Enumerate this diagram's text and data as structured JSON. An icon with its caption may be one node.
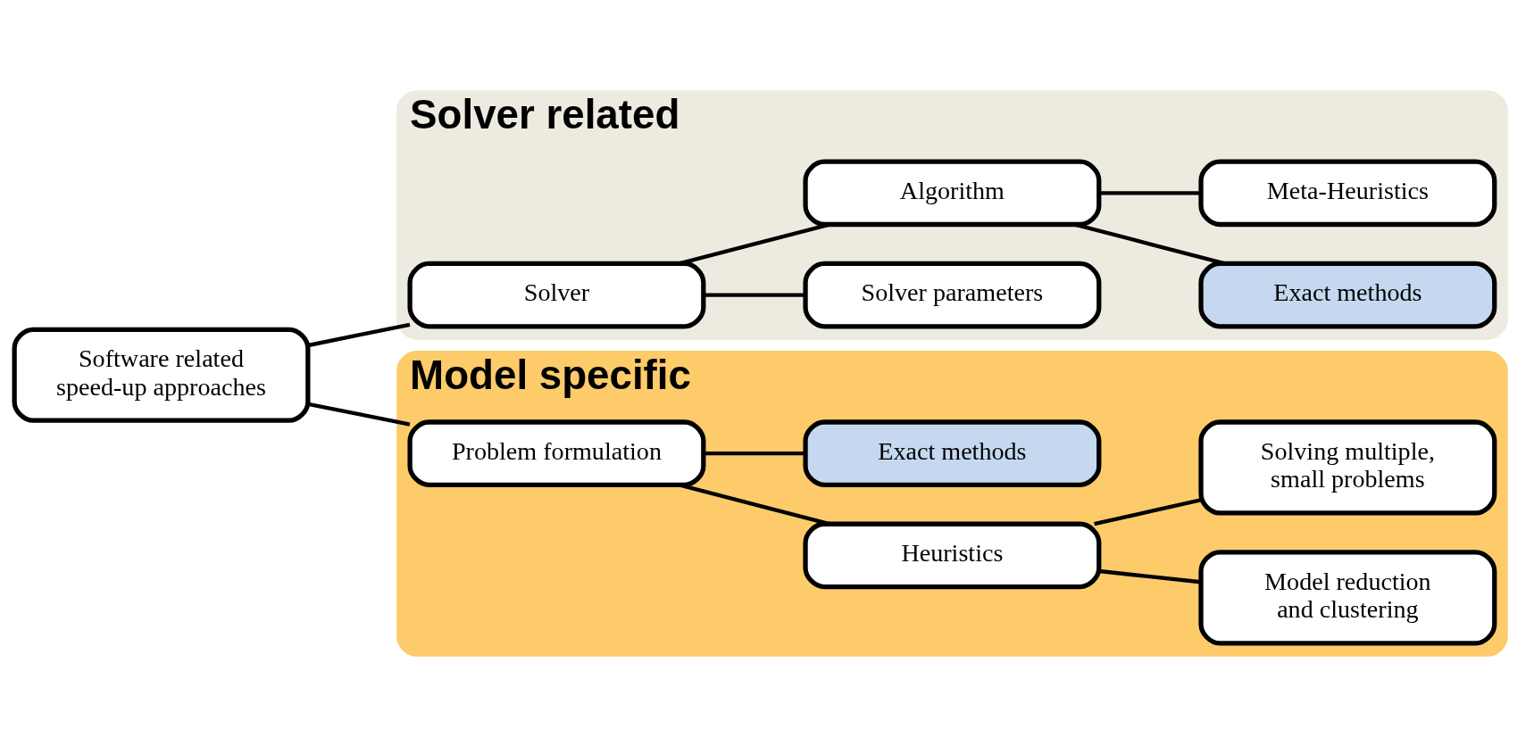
{
  "diagram": {
    "nodes": [
      {
        "text": [
          "Solver related"
        ]
      },
      {
        "text": [
          "Model specific"
        ]
      },
      {
        "text": [
          "Software related speed-up approaches"
        ]
      },
      {
        "text": [
          "Solver"
        ],
        "in": 0
      },
      {
        "text": [
          "Solver parameters"
        ],
        "in": 0
      },
      {
        "text": [
          "Algorithm"
        ],
        "in": 0
      },
      {
        "text": [
          "Exact methods"
        ],
        "in": 0
      },
      {
        "text": [
          "Meta-Heuristics"
        ],
        "in": 0
      },
      {
        "text": [
          "Problem formulation"
        ],
        "in": 1
      },
      {
        "text": [
          "Heuristics"
        ],
        "in": 1
      },
      {
        "text": [
          "Model reduction and clustering"
        ],
        "in": 1
      },
      {
        "text": [
          "Solving multiple, small problems"
        ],
        "in": 1
      },
      {
        "text": [
          "Exact methods"
        ],
        "in": 1
      }
    ],
    "edges": [
      {
        "from": 2,
        "to": 3,
        "arrow": "none"
      },
      {
        "from": 2,
        "to": 8,
        "arrow": "none"
      },
      {
        "from": 3,
        "to": 4,
        "arrow": "none"
      },
      {
        "from": 3,
        "to": 5,
        "arrow": "none"
      },
      {
        "from": 5,
        "to": 6,
        "arrow": "none"
      },
      {
        "from": 5,
        "to": 7,
        "arrow": "none"
      },
      {
        "from": 8,
        "to": 9,
        "arrow": "none"
      },
      {
        "from": 8,
        "to": 12,
        "arrow": "none"
      },
      {
        "from": 9,
        "to": 10,
        "arrow": "none"
      },
      {
        "from": 9,
        "to": 11,
        "arrow": "none"
      }
    ]
  }
}
